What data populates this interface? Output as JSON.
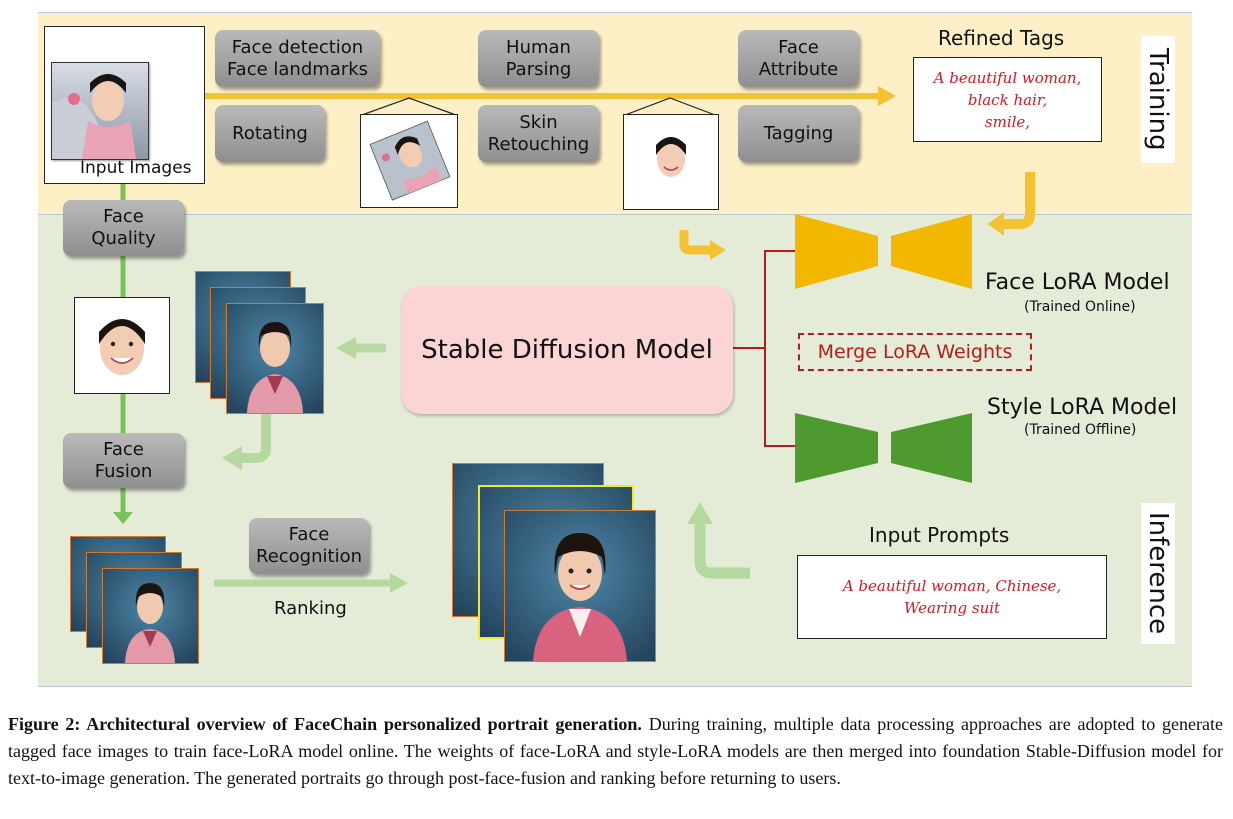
{
  "training": {
    "steps": [
      "Face detection\nFace landmarks",
      "Rotating",
      "Human\nParsing",
      "Skin\nRetouching",
      "Face\nAttribute",
      "Tagging"
    ],
    "input_images_label": "Input Images",
    "refined_tags_title": "Refined Tags",
    "refined_tags_text": "A beautiful woman,\nblack hair,\nsmile,",
    "section_label": "Training"
  },
  "inference": {
    "face_quality": "Face\nQuality",
    "face_fusion": "Face\nFusion",
    "face_recognition": "Face\nRecognition",
    "ranking": "Ranking",
    "stable_diffusion": "Stable Diffusion Model",
    "merge": "Merge LoRA Weights",
    "face_lora_title": "Face LoRA Model",
    "face_lora_sub": "(Trained Online)",
    "style_lora_title": "Style LoRA Model",
    "style_lora_sub": "(Trained Offline)",
    "input_prompts_title": "Input Prompts",
    "input_prompts_text": "A beautiful woman, Chinese,\nWearing suit",
    "section_label": "Inference"
  },
  "caption": {
    "lead": "Figure 2: Architectural overview of FaceChain personalized portrait generation.",
    "body": " During training, multiple data processing approaches are adopted to generate tagged face images to train face-LoRA model online. The weights of face-LoRA and style-LoRA models are then merged into foundation Stable-Diffusion model for text-to-image generation.  The generated portraits go through post-face-fusion and ranking before returning to users."
  },
  "colors": {
    "training_bg": "#fdf0c6",
    "inference_bg": "#e4ecd8",
    "face_lora": "#f2b800",
    "style_lora": "#4e9a2e",
    "merge_red": "#b51c1c",
    "stable_diffusion": "#fbd4d4"
  }
}
